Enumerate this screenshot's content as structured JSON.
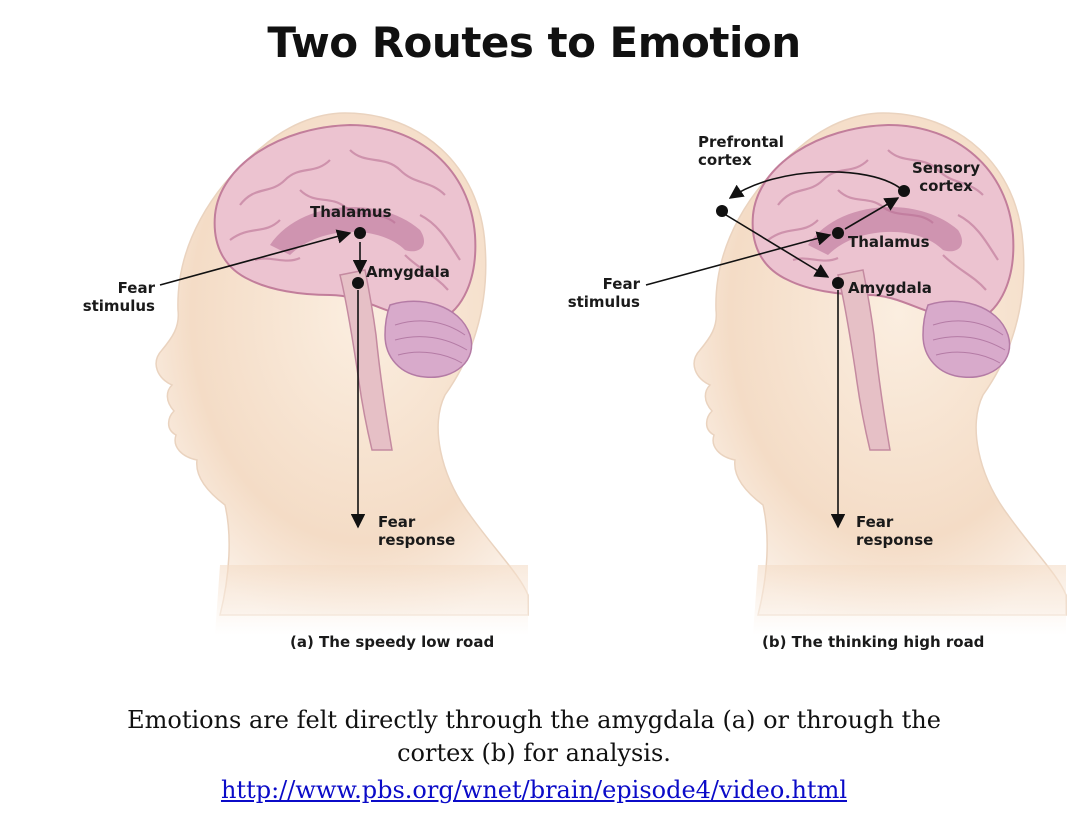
{
  "title": "Two Routes to Emotion",
  "panel_a": {
    "labels": {
      "thalamus": "Thalamus",
      "amygdala": "Amygdala",
      "fear_stimulus_1": "Fear",
      "fear_stimulus_2": "stimulus",
      "fear_response_1": "Fear",
      "fear_response_2": "response"
    },
    "caption": "(a) The speedy low road"
  },
  "panel_b": {
    "labels": {
      "prefrontal_1": "Prefrontal",
      "prefrontal_2": "cortex",
      "sensory_1": "Sensory",
      "sensory_2": "cortex",
      "thalamus": "Thalamus",
      "amygdala": "Amygdala",
      "fear_stimulus_1": "Fear",
      "fear_stimulus_2": "stimulus",
      "fear_response_1": "Fear",
      "fear_response_2": "response"
    },
    "caption": "(b) The thinking high road"
  },
  "body": {
    "line1": "Emotions are felt directly through the amygdala (a) or through the",
    "line2": "cortex (b) for analysis."
  },
  "link": {
    "text": "http://www.pbs.org/wnet/brain/episode4/video.html"
  },
  "colors": {
    "skin": "#f6e2cf",
    "brain": "#ebc2cf",
    "brain_fold": "#c98aa6",
    "cerebellum": "#d8aacb",
    "link": "#0b0bc8"
  }
}
